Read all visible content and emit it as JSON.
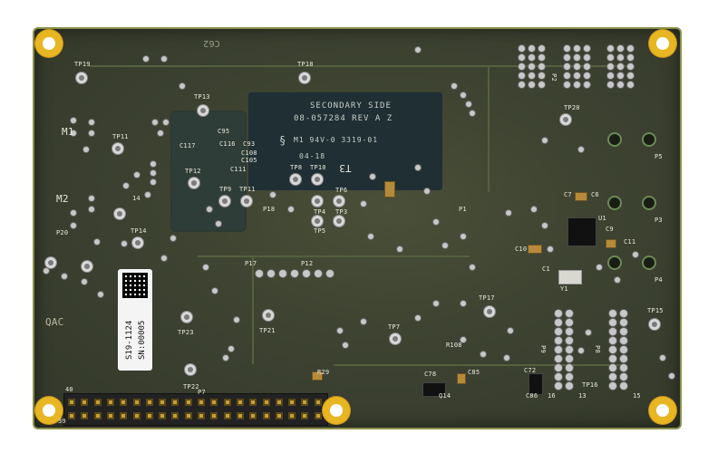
{
  "plate": {
    "line1": "SECONDARY SIDE",
    "line2": "08-057284 REV A Z",
    "line3": "M1 94V-0  3319-01",
    "line4": "04-18"
  },
  "sticker": {
    "line1": "S19-1124",
    "line2": "SN:00005"
  },
  "silk": {
    "c62": "C62",
    "tp19": "TP19",
    "tp18": "TP18",
    "tp13": "TP13",
    "tp11": "TP11",
    "tp12": "TP12",
    "tp8": "TP8",
    "tp10": "TP10",
    "tp9": "TP9",
    "tp11b": "TP11",
    "tp6": "TP6",
    "tp14": "TP14",
    "tp17": "TP17",
    "tp15": "TP15",
    "tp16": "TP16",
    "tp20": "TP20",
    "tp21": "TP21",
    "tp22": "TP22",
    "tp23": "TP23",
    "tp7": "TP7",
    "tp4": "TP4",
    "tp3": "TP3",
    "tp5": "TP5",
    "m1": "M1",
    "m2": "M2",
    "p20": "P20",
    "p7": "P7",
    "p12": "P12",
    "p17": "P17",
    "p18": "P18",
    "p5": "P5",
    "p3": "P3",
    "p4": "P4",
    "p1": "P1",
    "p2": "P2",
    "p8": "P8",
    "p9": "P9",
    "u1": "U1",
    "y1": "Y1",
    "t3": "T3",
    "c117": "C117",
    "c95": "C95",
    "c116": "C116",
    "c93": "C93",
    "c108": "C108",
    "c105": "C105",
    "c111": "C111",
    "c11": "C11",
    "c9": "C9",
    "c7": "C7",
    "c10": "C10",
    "c6": "C6",
    "c1": "C1",
    "r29": "R29",
    "r108": "R108",
    "c78": "C78",
    "c85": "C85",
    "q14": "Q14",
    "c86": "C86",
    "c72": "C72",
    "pin40": "40",
    "pin39": "39",
    "n16": "16",
    "n13": "13",
    "n15": "15",
    "n14": "14",
    "qac": "QAC"
  },
  "colors": {
    "board": "#3d4231",
    "mount_hole": "#e8b523",
    "header_pin": "#c4a035"
  }
}
